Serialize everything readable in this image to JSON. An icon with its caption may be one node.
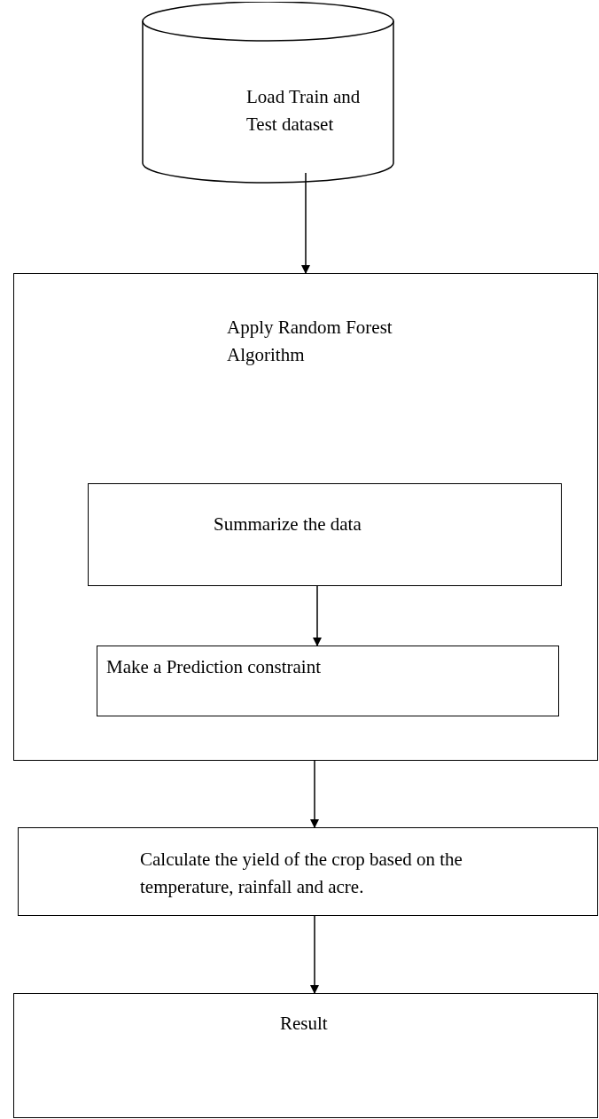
{
  "diagram": {
    "nodes": [
      {
        "text": [
          "Load Train and Test dataset"
        ]
      },
      {
        "text": [
          "Apply Random Forest Algorithm"
        ]
      },
      {
        "text": [
          "Summarize the data"
        ],
        "in": 1
      },
      {
        "text": [
          "Make a Prediction constraint"
        ],
        "in": 1
      },
      {
        "text": [
          "Calculate the yield of the crop based on the temperature, rainfall and acre."
        ]
      },
      {
        "text": [
          "Result"
        ]
      }
    ],
    "edges": [
      {
        "from": 0,
        "to": 1,
        "arrow": "to"
      },
      {
        "from": 2,
        "to": 3,
        "arrow": "to"
      },
      {
        "from": 1,
        "to": 4,
        "arrow": "to"
      },
      {
        "from": 4,
        "to": 5,
        "arrow": "to"
      }
    ]
  }
}
